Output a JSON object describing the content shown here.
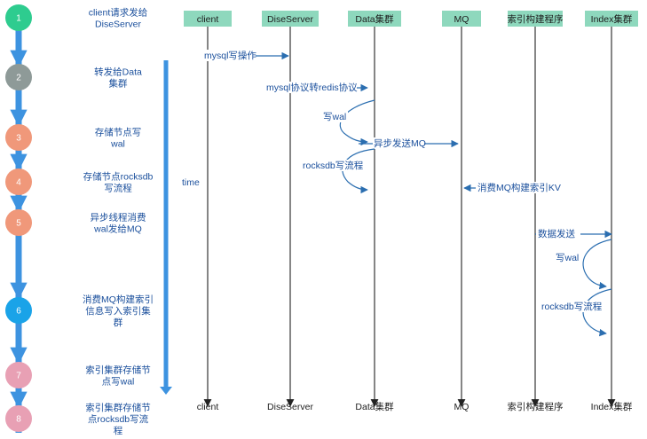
{
  "lanes": [
    {
      "key": "client",
      "label": "client"
    },
    {
      "key": "dise",
      "label": "DiseServer"
    },
    {
      "key": "data",
      "label": "Data集群"
    },
    {
      "key": "mq",
      "label": "MQ"
    },
    {
      "key": "idxprog",
      "label": "索引构建程序"
    },
    {
      "key": "index",
      "label": "Index集群"
    }
  ],
  "steps": [
    {
      "num": "1",
      "color": "#2ecc8f",
      "lines": [
        "client请求发给",
        "DiseServer"
      ]
    },
    {
      "num": "2",
      "color": "#8e9a98",
      "lines": [
        "转发给Data",
        "集群"
      ]
    },
    {
      "num": "3",
      "color": "#f0987a",
      "lines": [
        "存储节点写",
        "wal"
      ]
    },
    {
      "num": "4",
      "color": "#f0987a",
      "lines": [
        "存储节点rocksdb",
        "写流程"
      ]
    },
    {
      "num": "5",
      "color": "#f0987a",
      "lines": [
        "异步线程消费",
        "wal发给MQ"
      ]
    },
    {
      "num": "6",
      "color": "#1aa3e8",
      "lines": [
        "消费MQ构建索引",
        "信息写入索引集",
        "群"
      ]
    },
    {
      "num": "7",
      "color": "#e8a0b4",
      "lines": [
        "索引集群存储节",
        "点写wal"
      ]
    },
    {
      "num": "8",
      "color": "#e8a0b4",
      "lines": [
        "索引集群存储节",
        "点rocksdb写流",
        "程"
      ]
    }
  ],
  "messages": {
    "mysql_op": "mysql写操作",
    "redis_conv": "mysql协议转redis协议",
    "write_wal": "写wal",
    "async_mq": "异步发送MQ",
    "rocksdb_flow": "rocksdb写流程",
    "consume_mq": "消费MQ构建索引KV",
    "data_send": "数据发送",
    "write_wal2": "写wal",
    "rocksdb_flow2": "rocksdb写流程"
  },
  "time_label": "time",
  "colors": {
    "lane_box": "#8ed8bd",
    "arrow": "#2b6eb0",
    "spine": "#3d93e0",
    "time_bar": "#3d93e0",
    "text_blue": "#1a4f9c"
  }
}
